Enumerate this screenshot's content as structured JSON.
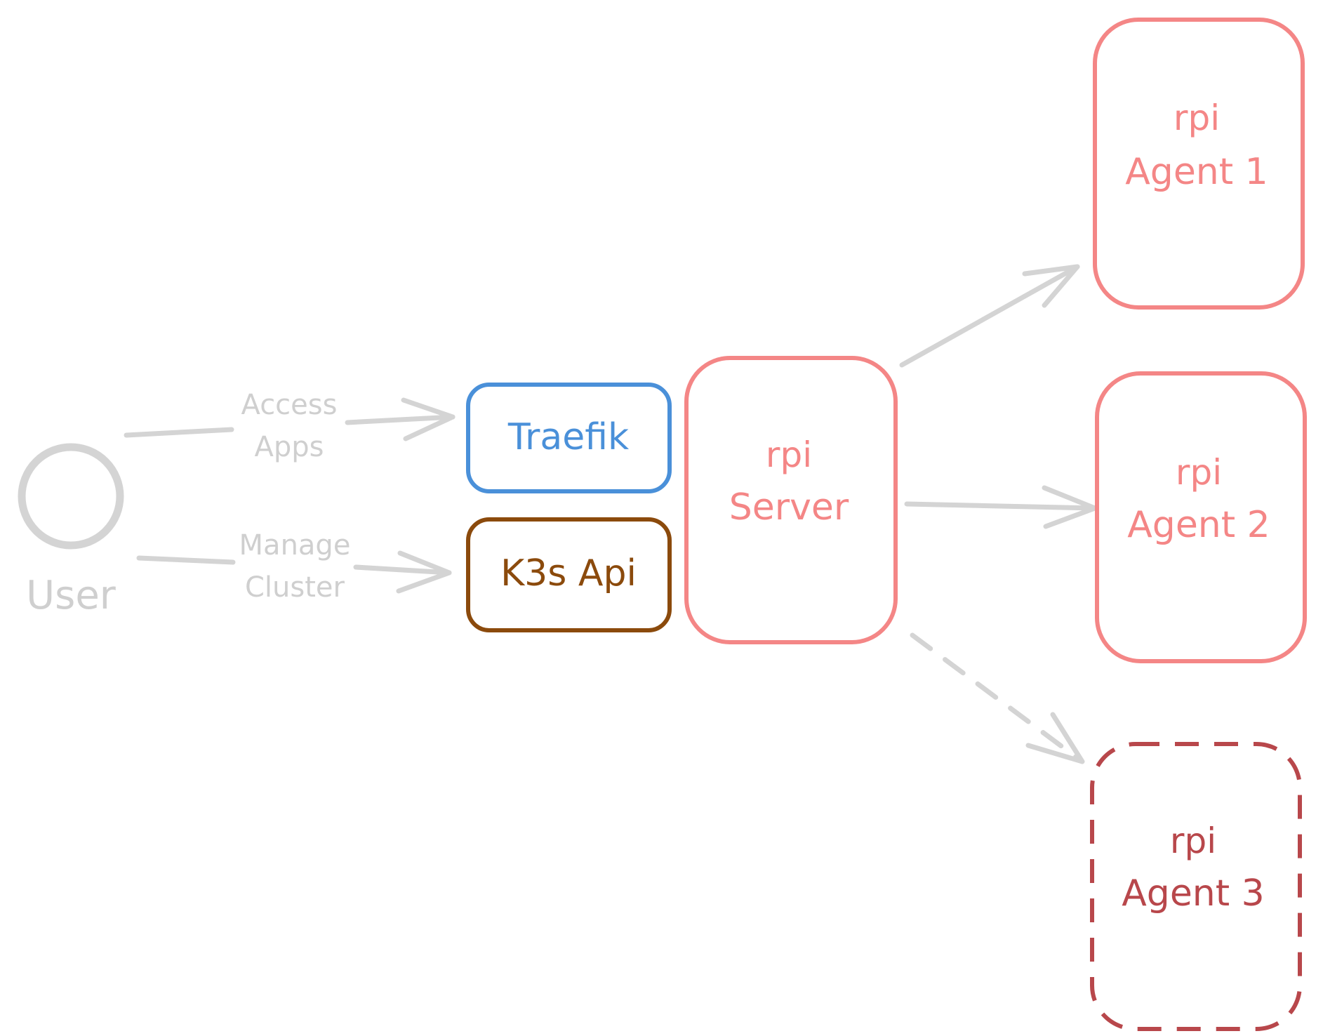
{
  "colors": {
    "gray": "#d4d4d4",
    "traefik": "#4a90d9",
    "k3s": "#8b4a0c",
    "rpi": "#f48686",
    "agent3": "#b8474b"
  },
  "user": {
    "label": "User"
  },
  "edges": {
    "access": {
      "line1": "Access",
      "line2": "Apps"
    },
    "manage": {
      "line1": "Manage",
      "line2": "Cluster"
    }
  },
  "nodes": {
    "traefik": {
      "label": "Traefik"
    },
    "k3s": {
      "label": "K3s Api"
    },
    "server": {
      "line1": "rpi",
      "line2": "Server"
    },
    "agent1": {
      "line1": "rpi",
      "line2": "Agent 1"
    },
    "agent2": {
      "line1": "rpi",
      "line2": "Agent 2"
    },
    "agent3": {
      "line1": "rpi",
      "line2": "Agent 3"
    }
  }
}
